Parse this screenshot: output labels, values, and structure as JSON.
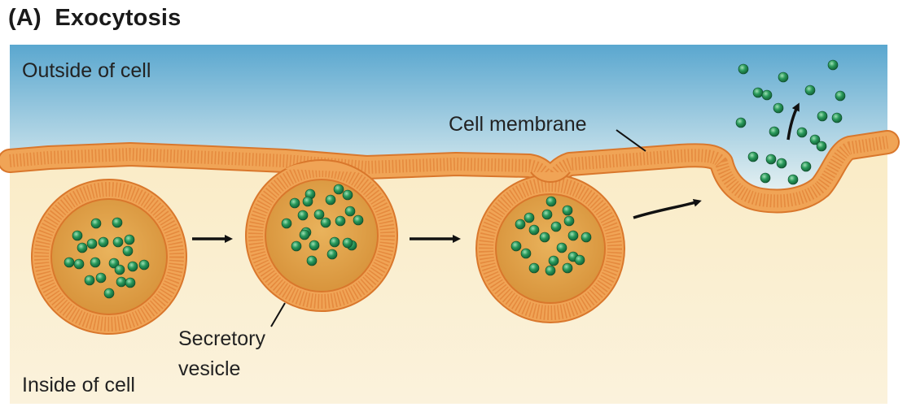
{
  "figure": {
    "title": "(A)  Exocytosis"
  },
  "labels": {
    "outside": "Outside of cell",
    "inside": "Inside of cell",
    "membrane": "Cell membrane",
    "vesicle_line1": "Secretory",
    "vesicle_line2": "vesicle"
  },
  "colors": {
    "extracellular_top": "#5aa7cf",
    "extracellular_bottom": "#e6f1f2",
    "cytoplasm_top": "#f9e9bd",
    "cytoplasm_bottom": "#fbf2dc",
    "membrane_fill": "#f0a456",
    "membrane_edge": "#d9772c",
    "membrane_stripe": "#e58a3e",
    "vesicle_lumen": "#e4a64a",
    "cargo_molecule": "#1c8a4e",
    "arrow": "#111111"
  }
}
